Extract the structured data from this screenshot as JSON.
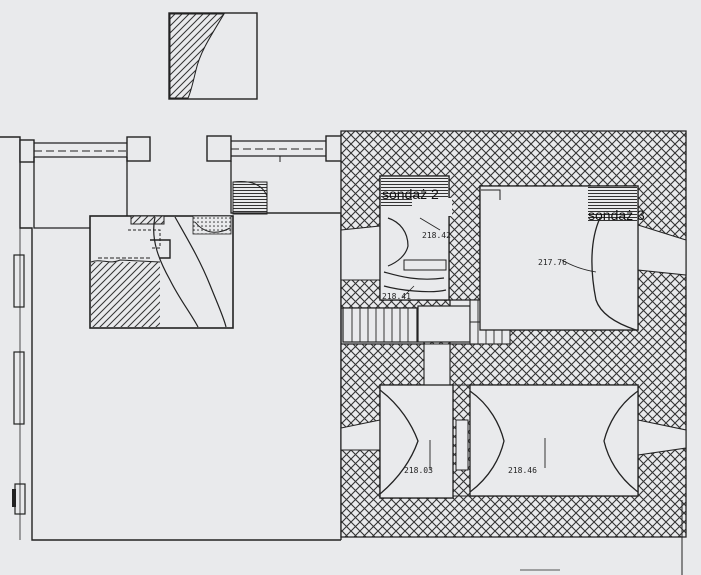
{
  "labels": {
    "sondaz_2": "sondaż 2",
    "sondaz_3": "sondaż 3",
    "level_218_42": "218.42",
    "level_217_76": "217.76",
    "level_218_41": "218.41",
    "level_218_03": "218.03",
    "level_218_46": "218.46"
  },
  "colors": {
    "paper": "#e9eaec",
    "ink": "#222222"
  }
}
